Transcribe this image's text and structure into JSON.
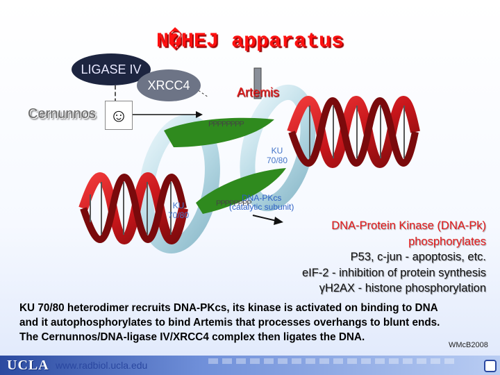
{
  "title": "N�HEJ apparatus",
  "proteins": {
    "ligase": "LIGASE IV",
    "xrcc4": "XRCC4",
    "cernunnos": "Cernunnos",
    "artemis": "Artemis",
    "ku_right_line1": "KU",
    "ku_right_line2": "70/80",
    "ku_left_line1": "KU",
    "ku_left_line2": "70/80",
    "dnapkcs_line1": "DNA-PKcs",
    "dnapkcs_line2": "(catalytic subunit)",
    "phospho_top": "PPPPPPPP",
    "phospho_bottom": "PPPPPPPP"
  },
  "kinase_text": {
    "line1": "DNA-Protein Kinase (DNA-Pk)",
    "line2": "phosphorylates",
    "line3": "P53, c-jun - apoptosis, etc.",
    "line4": "eIF-2 - inhibition of protein synthesis",
    "line5_symbol": "γ",
    "line5": "H2AX - histone phosphorylation"
  },
  "paragraph": {
    "line1": "KU 70/80 heterodimer recruits DNA-PKcs, its kinase is activated on binding to DNA",
    "line2": "and it autophosphorylates to bind Artemis that processes overhangs to blunt ends.",
    "line3": "The Cernunnos/DNA-ligase IV/XRCC4 complex then ligates the DNA."
  },
  "credit": "WMcB2008",
  "footer": {
    "logo": "UCLA",
    "url": "www.radbiol.ucla.edu"
  },
  "colors": {
    "title": "#ff1010",
    "dna_strand": "#c8161b",
    "dna_dark": "#7a0a0c",
    "ku_ring": "#b9dbe6",
    "pk_green": "#2f8a1e",
    "label_blue": "#2a5ec4",
    "header_red": "#e31b1b"
  },
  "icons": [
    "cernunnos-face-icon",
    "ucla-logo-icon",
    "window-corner-icon"
  ]
}
